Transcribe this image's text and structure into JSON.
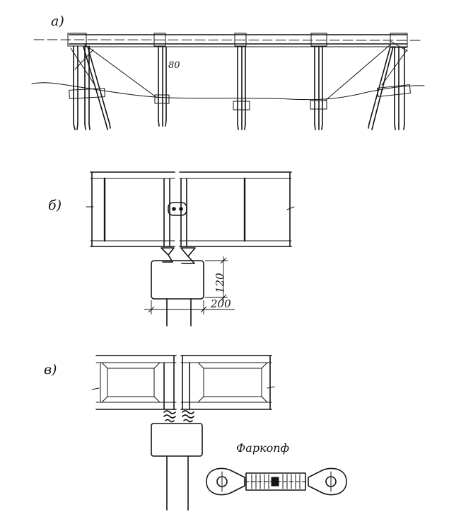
{
  "panels": {
    "a": {
      "label": "а)",
      "post_note": "80"
    },
    "b": {
      "label": "б)",
      "dim_height": "120",
      "dim_width": "200"
    },
    "c": {
      "label": "в)",
      "detail_title": "Фаркопф"
    }
  },
  "colors": {
    "ink": "#141414",
    "background": "#ffffff"
  }
}
